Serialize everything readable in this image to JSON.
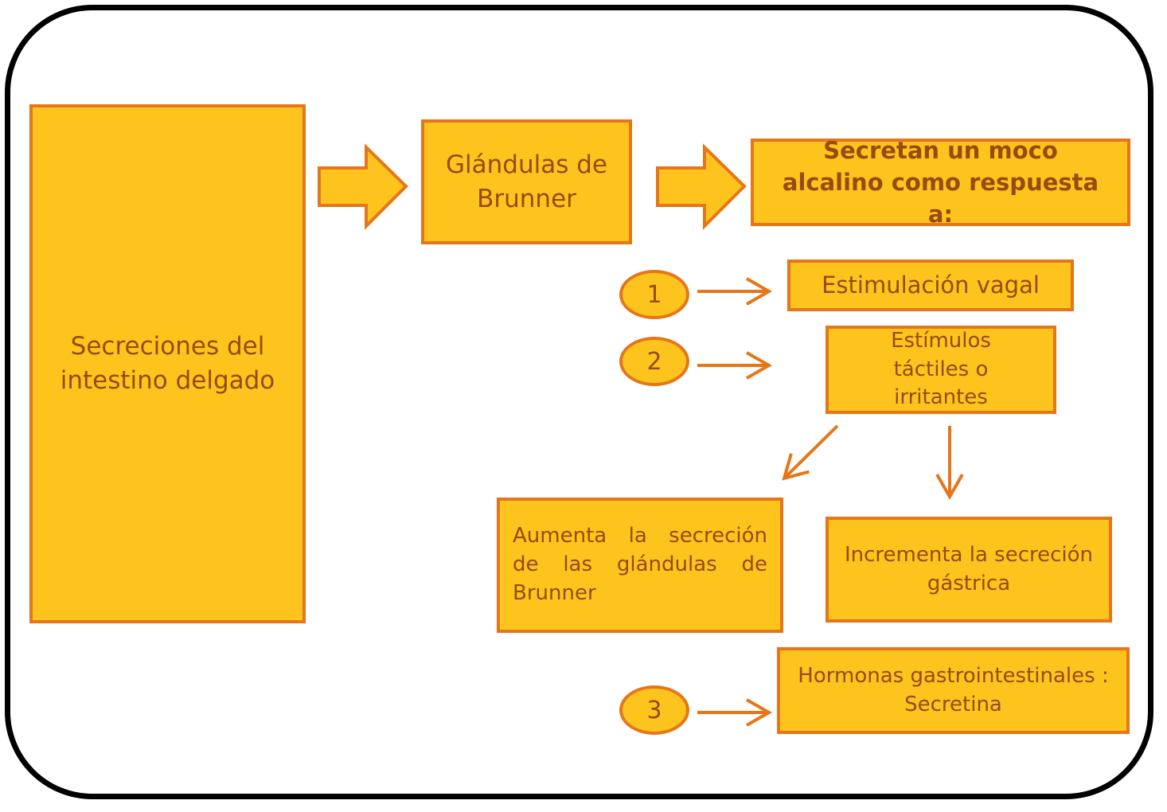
{
  "colors": {
    "box_fill": "#fdc41e",
    "box_border": "#e5761a",
    "text": "#994a0f",
    "frame": "#000000"
  },
  "left_box": {
    "text": "Secreciones del intestino delgado"
  },
  "brunner_box": {
    "text": "Glándulas de Brunner"
  },
  "response_box": {
    "text": "Secretan un moco alcalino como respuesta a:"
  },
  "items": [
    {
      "number": "1",
      "text": "Estimulación vagal"
    },
    {
      "number": "2",
      "text": "Estímulos táctiles o irritantes"
    },
    {
      "number": "3",
      "text": "Hormonas gastrointestinales : Secretina"
    }
  ],
  "effects": {
    "left": "Aumenta la secreción de las glándulas de Brunner",
    "right": "Incrementa la secreción gástrica"
  }
}
